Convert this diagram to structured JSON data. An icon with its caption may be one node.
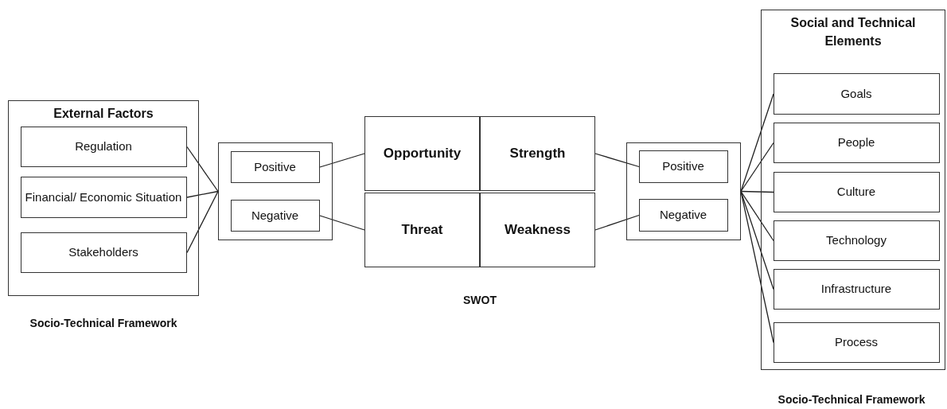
{
  "diagram": {
    "nodes": [
      {
        "text": [
          "External Factors"
        ],
        "beside": [
          "Socio-Technical Framework"
        ]
      },
      {
        "text": [
          "Regulation"
        ],
        "in": 0
      },
      {
        "text": [
          "Financial/ Economic Situation"
        ],
        "in": 0
      },
      {
        "text": [
          "Stakeholders"
        ],
        "in": 0
      },
      {
        "text": [],
        "shape": "box"
      },
      {
        "text": [
          "Positive"
        ],
        "in": 4
      },
      {
        "text": [
          "Negative"
        ],
        "in": 4
      },
      {
        "text": [
          "Opportunity"
        ]
      },
      {
        "text": [
          "Strength"
        ]
      },
      {
        "text": [
          "Threat"
        ]
      },
      {
        "text": [
          "Weakness"
        ]
      },
      {
        "text": [],
        "shape": "box"
      },
      {
        "text": [
          "Positive"
        ],
        "in": 11
      },
      {
        "text": [
          "Negative"
        ],
        "in": 11
      },
      {
        "text": [
          "Social and Technical Elements"
        ],
        "beside": [
          "Socio-Technical Framework"
        ]
      },
      {
        "text": [
          "Goals"
        ],
        "in": 14
      },
      {
        "text": [
          "People"
        ],
        "in": 14
      },
      {
        "text": [
          "Culture"
        ],
        "in": 14
      },
      {
        "text": [
          "Technology"
        ],
        "in": 14
      },
      {
        "text": [
          "Infrastructure"
        ],
        "in": 14
      },
      {
        "text": [
          "Process"
        ],
        "in": 14
      }
    ],
    "edges": [
      {
        "from": 1,
        "to": 4,
        "arrow": "none"
      },
      {
        "from": 2,
        "to": 4,
        "arrow": "none"
      },
      {
        "from": 3,
        "to": 4,
        "arrow": "none"
      },
      {
        "from": 5,
        "to": 7,
        "arrow": "none"
      },
      {
        "from": 6,
        "to": 9,
        "arrow": "none"
      },
      {
        "from": 8,
        "to": 12,
        "arrow": "none"
      },
      {
        "from": 10,
        "to": 13,
        "arrow": "none"
      },
      {
        "from": 11,
        "to": 15,
        "arrow": "none"
      },
      {
        "from": 11,
        "to": 16,
        "arrow": "none"
      },
      {
        "from": 11,
        "to": 17,
        "arrow": "none"
      },
      {
        "from": 11,
        "to": 18,
        "arrow": "none"
      },
      {
        "from": 11,
        "to": 19,
        "arrow": "none"
      },
      {
        "from": 11,
        "to": 20,
        "arrow": "none"
      }
    ],
    "labels": [
      "SWOT"
    ]
  }
}
